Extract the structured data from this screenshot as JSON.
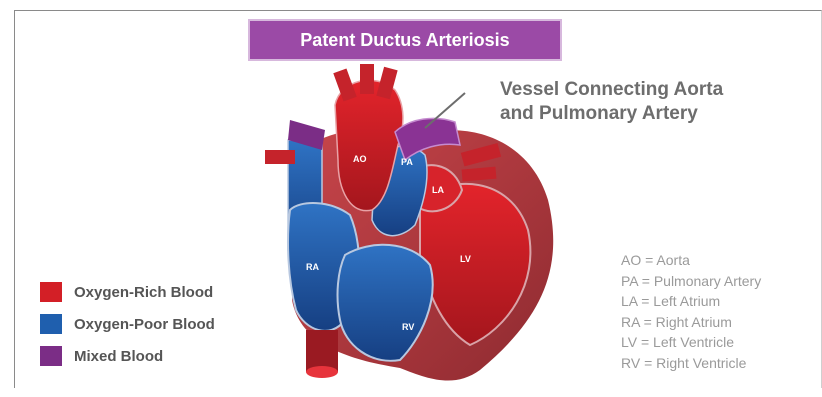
{
  "title": "Patent Ductus Arteriosis",
  "callout": {
    "line1": "Vessel Connecting Aorta",
    "line2": "and Pulmonary Artery"
  },
  "legend": [
    {
      "label": "Oxygen-Rich Blood",
      "color": "#d31f26"
    },
    {
      "label": "Oxygen-Poor Blood",
      "color": "#1f5fae"
    },
    {
      "label": "Mixed Blood",
      "color": "#7b2d86"
    }
  ],
  "abbreviations": [
    "AO = Aorta",
    "PA = Pulmonary Artery",
    "LA = Left Atrium",
    "RA = Right Atrium",
    "LV = Left Ventricle",
    "RV = Right Ventricle"
  ],
  "regions": {
    "ao": "AO",
    "pa": "PA",
    "la": "LA",
    "ra": "RA",
    "lv": "LV",
    "rv": "RV"
  },
  "colors": {
    "banner": "#9b4aa6",
    "oxygen_rich": "#d31f26",
    "oxygen_poor": "#1f5fae",
    "mixed": "#7b2d86",
    "muscle": "#b23a3f"
  }
}
